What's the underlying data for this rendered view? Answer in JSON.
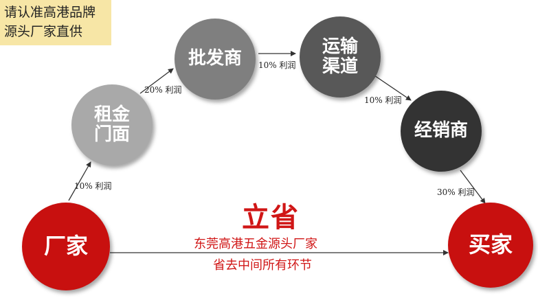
{
  "banner": {
    "line1": "请认准高港品牌",
    "line2": "源头厂家直供"
  },
  "nodes": {
    "factory": {
      "label": "厂家",
      "color": "#c8100f"
    },
    "rental": {
      "line1": "租金",
      "line2": "门面",
      "color": "#a9a9a9"
    },
    "wholesaler": {
      "label": "批发商",
      "color": "#7f7f7f"
    },
    "transport": {
      "line1": "运输",
      "line2": "渠道",
      "color": "#585858"
    },
    "distributor": {
      "label": "经销商",
      "color": "#333333"
    },
    "buyer": {
      "label": "买家",
      "color": "#c8100f"
    }
  },
  "margins": {
    "factory_to_rental": "10% 利润",
    "rental_to_wholesaler": "20% 利润",
    "wholesaler_to_transport": "10% 利润",
    "transport_to_distributor": "10% 利润",
    "distributor_to_buyer": "30% 利润"
  },
  "center": {
    "headline": "立省",
    "line1": "东莞高港五金源头厂家",
    "line2": "省去中间所有环节"
  }
}
